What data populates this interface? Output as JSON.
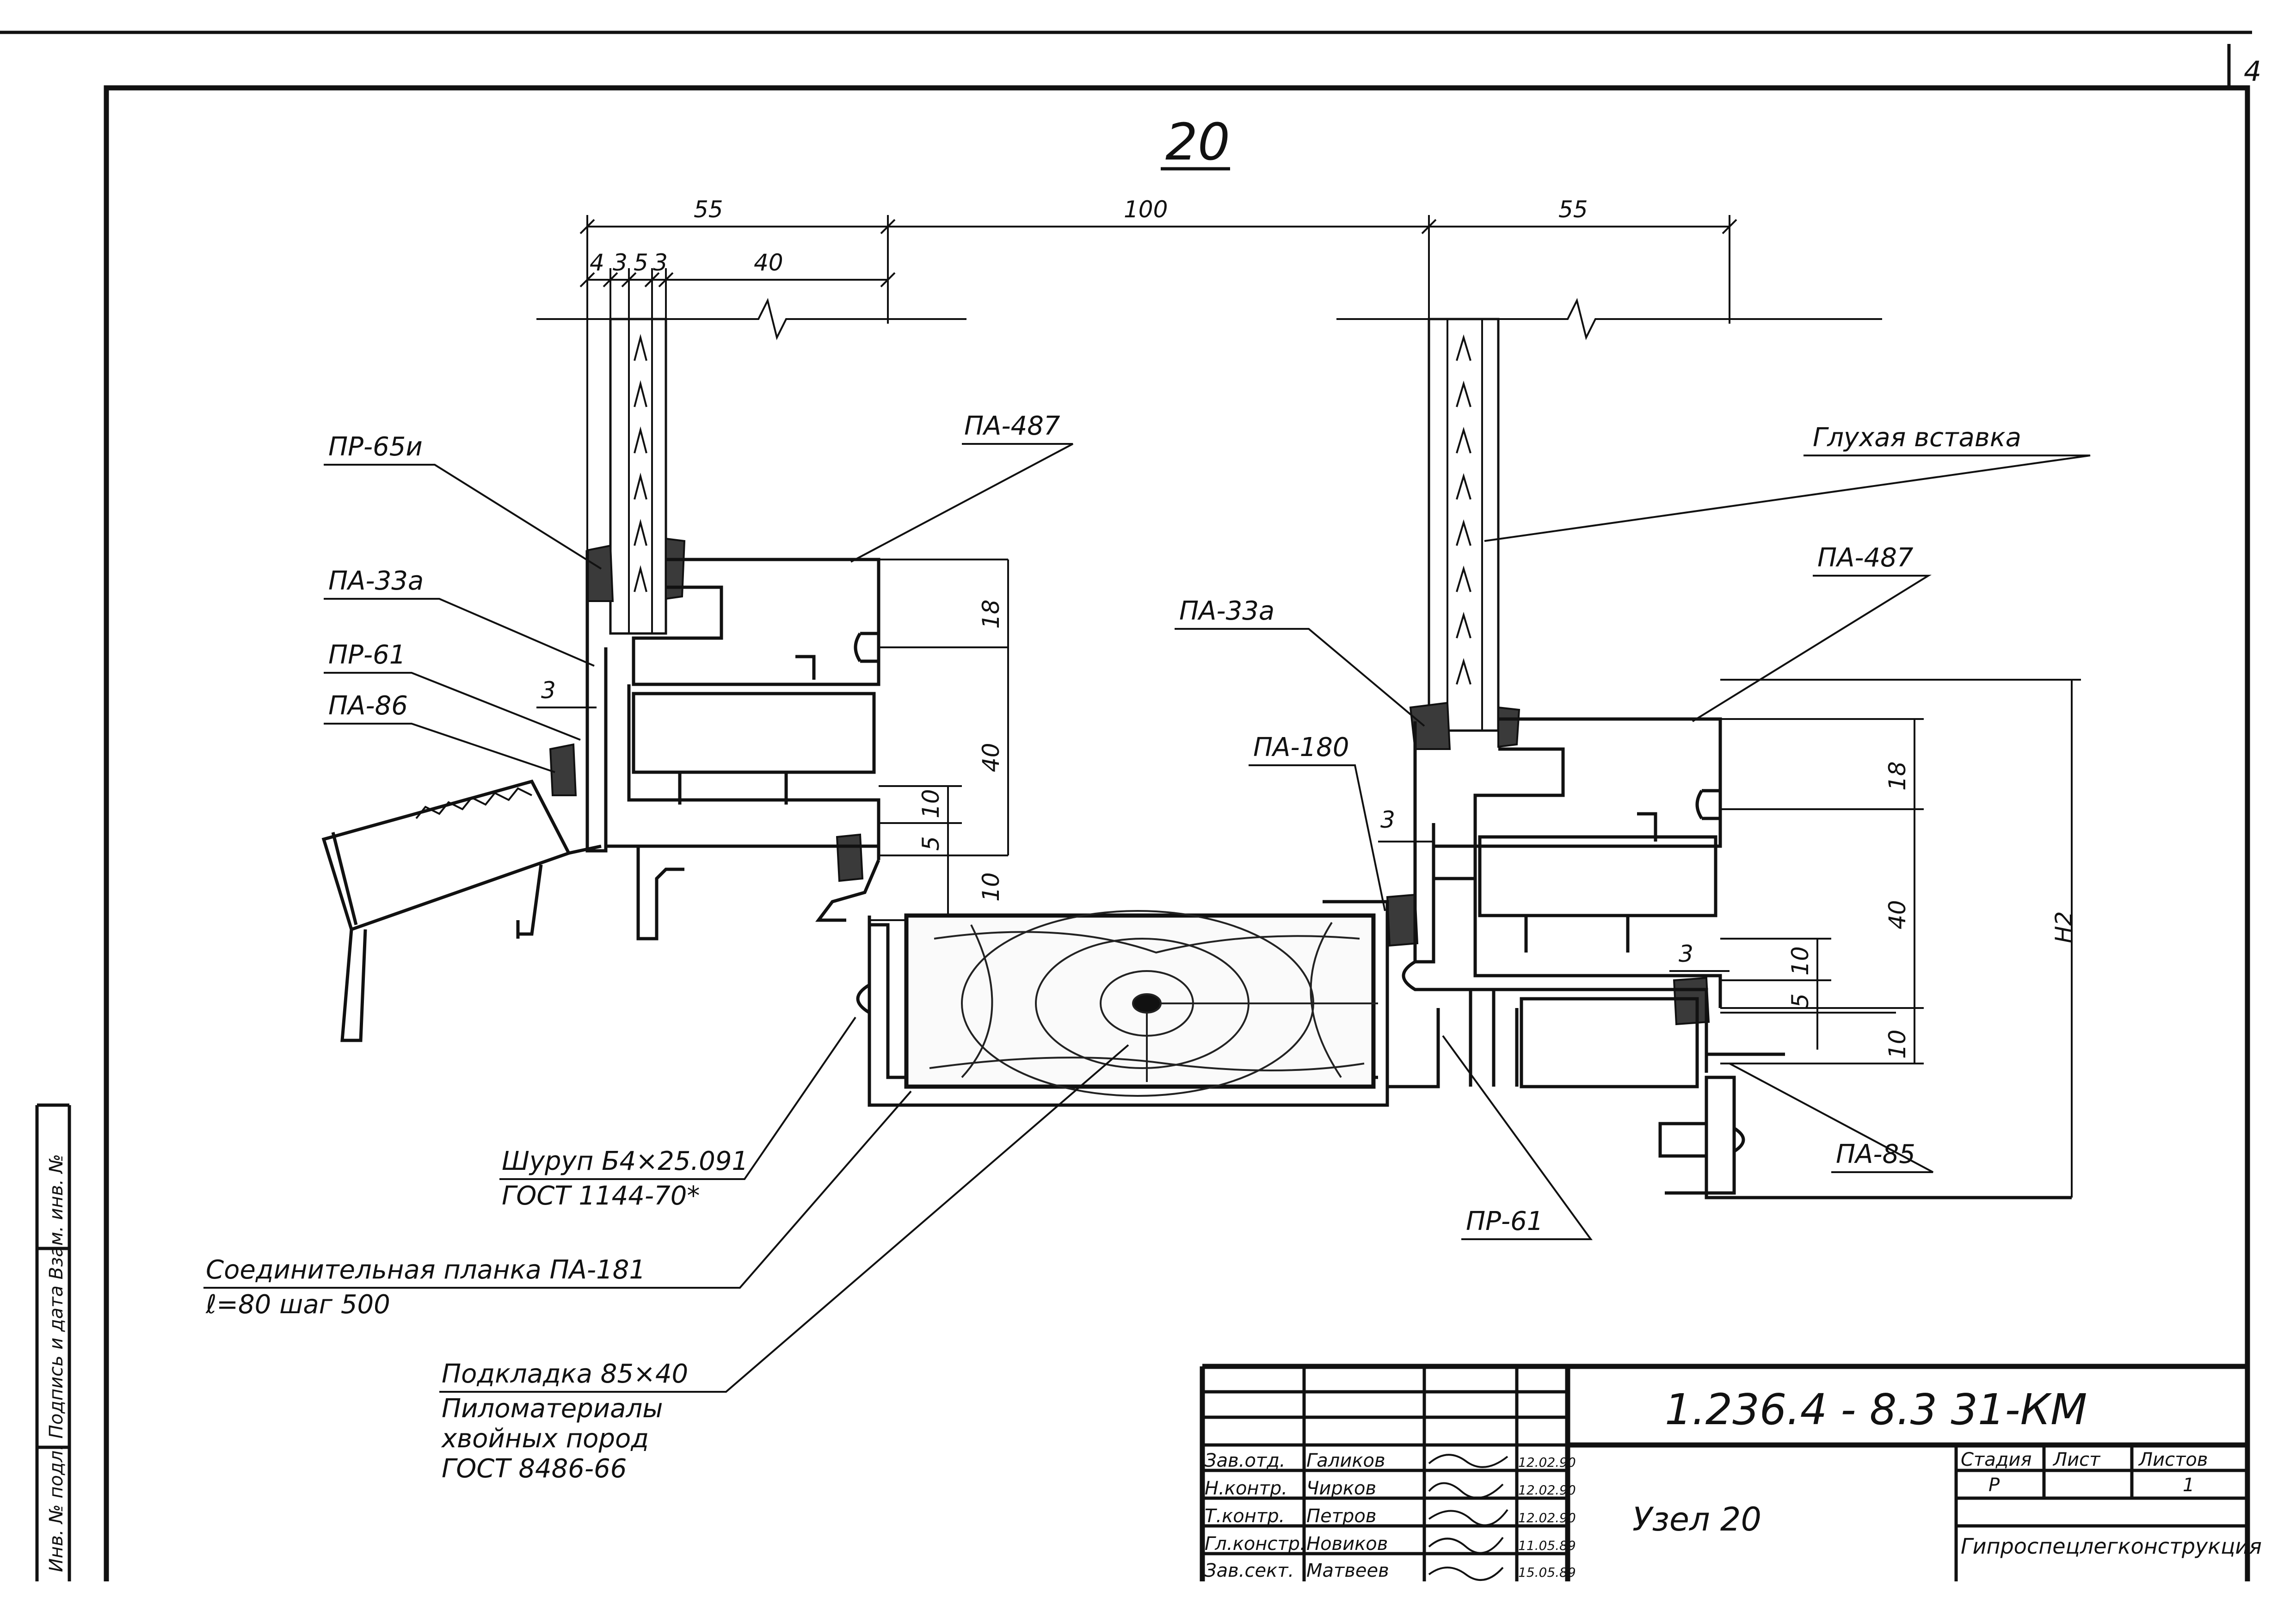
{
  "sheet_number": "4",
  "node_title": "20",
  "dimensions": {
    "left_width": "55",
    "middle_width": "100",
    "right_width": "55",
    "left_layers": [
      "4",
      "3",
      "5",
      "3"
    ],
    "left_inner": "40",
    "left_v": [
      "18",
      "40",
      "10",
      "5",
      "10"
    ],
    "left_gap": "3",
    "mid_gap": "3",
    "right_v": [
      "18",
      "40",
      "10",
      "5",
      "10"
    ],
    "right_gap": "3",
    "height_label": "H2"
  },
  "labels": {
    "pr65i": "ПР-65и",
    "pa487_left": "ПА-487",
    "pa33a_left": "ПА-33а",
    "pr61_left": "ПР-61",
    "pa86": "ПА-86",
    "gluhaya": "Глухая  вставка",
    "pa487_right": "ПА-487",
    "pa33a_right": "ПА-33а",
    "pa180": "ПА-180",
    "pa85": "ПА-85",
    "pr61_right": "ПР-61",
    "screw_1": "Шуруп  Б4×25.091",
    "screw_2": "ГОСТ  1144-70*",
    "plank_1": "Соединительная   планка  ПА-181",
    "plank_2": "ℓ=80    шаг 500",
    "pad_1": "Подкладка  85×40",
    "pad_2": "Пиломатериалы",
    "pad_3": "хвойных  пород",
    "pad_4": "ГОСТ  8486-66"
  },
  "side_stamp": "Инв. № подл.   Подпись и дата   Взам. инв. №",
  "title_block": {
    "doc_code": "1.236.4 - 8.3   31-КМ",
    "node_name": "Узел  20",
    "organization": "Гипроспецлегконструкция",
    "stage_header": "Стадия",
    "sheet_header": "Лист",
    "sheets_header": "Листов",
    "stage": "Р",
    "sheet": "",
    "sheets": "1",
    "signers": [
      {
        "role": "Зав.отд.",
        "name": "Галиков",
        "date": "12.02.90"
      },
      {
        "role": "Н.контр.",
        "name": "Чирков",
        "date": "12.02.90"
      },
      {
        "role": "Т.контр.",
        "name": "Петров",
        "date": "12.02.90"
      },
      {
        "role": "Гл.констр.",
        "name": "Новиков",
        "date": "11.05.89"
      },
      {
        "role": "Зав.сект.",
        "name": "Матвеев",
        "date": "15.05.89"
      }
    ]
  }
}
